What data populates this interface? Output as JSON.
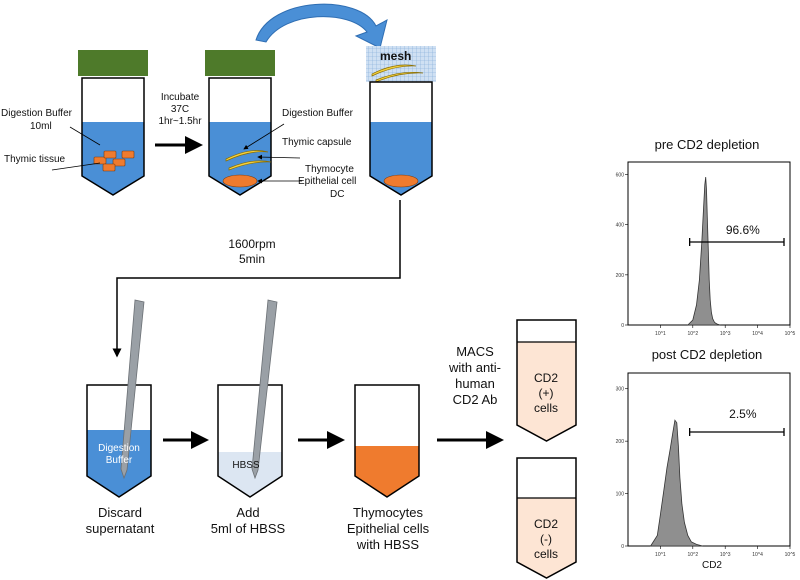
{
  "colors": {
    "cap_green": "#4e7a2a",
    "buffer_blue": "#4a8fd6",
    "tissue_orange": "#ef7b2e",
    "capsule_yellow": "#f3d03e",
    "hbss_light": "#dce6f2",
    "tube_pink": "#fde5d4",
    "histogram_fill": "#8f8f8f",
    "curved_arrow": "#4a8fd6",
    "mesh_blue": "#cfe0f3"
  },
  "step1": {
    "digestion_buffer": "Digestion Buffer",
    "volume": "10ml",
    "thymic_tissue": "Thymic tissue"
  },
  "incubate": {
    "line1": "Incubate",
    "line2": "37C",
    "line3": "1hr~1.5hr"
  },
  "step2": {
    "digestion_buffer": "Digestion Buffer",
    "thymic_capsule": "Thymic capsule",
    "thymocyte": "Thymocyte",
    "epithelial": "Epithelial cell",
    "dc": "DC"
  },
  "step3": {
    "mesh": "mesh"
  },
  "centrifuge": {
    "line1": "1600rpm",
    "line2": "5min"
  },
  "bottom": {
    "tube1_line1": "Digestion",
    "tube1_line2": "Buffer",
    "tube1_caption1": "Discard",
    "tube1_caption2": "supernatant",
    "tube2_label": "HBSS",
    "tube2_caption1": "Add",
    "tube2_caption2": "5ml of HBSS",
    "tube3_caption1": "Thymocytes",
    "tube3_caption2": "Epithelial cells",
    "tube3_caption3": "with HBSS",
    "macs_line1": "MACS",
    "macs_line2": "with anti-",
    "macs_line3": "human",
    "macs_line4": "CD2 Ab",
    "tube_pos_line1": "CD2",
    "tube_pos_line2": "(+)",
    "tube_pos_line3": "cells",
    "tube_neg_line1": "CD2",
    "tube_neg_line2": "(-)",
    "tube_neg_line3": "cells"
  },
  "chart_data": [
    {
      "type": "area",
      "title": "pre CD2 depletion",
      "xlabel": "",
      "x_scale": "log",
      "xlim": [
        1,
        100000
      ],
      "ylim": [
        0,
        650
      ],
      "x_ticks": [
        "10^1",
        "10^2",
        "10^3",
        "10^4",
        "10^5"
      ],
      "y_ticks": [
        "0",
        "200",
        "400",
        "600"
      ],
      "gate_percent": "96.6%",
      "gate_range": [
        80,
        100000
      ],
      "x": [
        70,
        100,
        130,
        160,
        190,
        215,
        235,
        250,
        265,
        280,
        300,
        320,
        345,
        375,
        410,
        470,
        560,
        700
      ],
      "y": [
        0,
        20,
        80,
        180,
        330,
        470,
        560,
        590,
        540,
        430,
        300,
        180,
        100,
        50,
        25,
        10,
        4,
        0
      ]
    },
    {
      "type": "area",
      "title": "post CD2 depletion",
      "xlabel": "CD2",
      "x_scale": "log",
      "xlim": [
        1,
        100000
      ],
      "ylim": [
        0,
        330
      ],
      "x_ticks": [
        "10^1",
        "10^2",
        "10^3",
        "10^4",
        "10^5"
      ],
      "y_ticks": [
        "0",
        "100",
        "200",
        "300"
      ],
      "gate_percent": "2.5%",
      "gate_range": [
        80,
        100000
      ],
      "x": [
        5,
        8,
        10,
        13,
        16,
        20,
        24,
        28,
        32,
        36,
        40,
        46,
        55,
        70,
        90,
        130,
        200
      ],
      "y": [
        0,
        20,
        60,
        110,
        150,
        185,
        215,
        240,
        235,
        190,
        130,
        80,
        45,
        20,
        8,
        3,
        0
      ]
    }
  ]
}
